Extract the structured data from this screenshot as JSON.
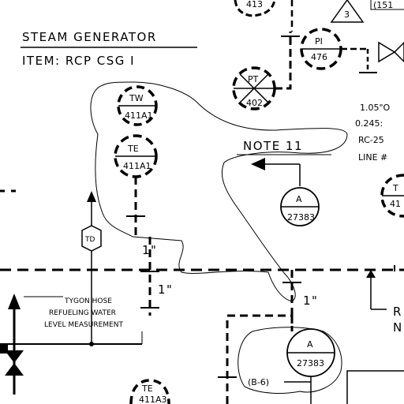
{
  "title": {
    "line1": "STEAM GENERATOR",
    "line2": "ITEM: RCP CSG I"
  },
  "instruments": {
    "tw": {
      "tag": "TW",
      "num": "411A1"
    },
    "te": {
      "tag": "TE",
      "num": "411A1"
    },
    "pi": {
      "tag": "PI",
      "num": "476"
    },
    "pt": {
      "tag": "PT",
      "num": "402"
    },
    "a_upper": {
      "tag": "A",
      "num": "27383"
    },
    "a_lower": {
      "tag": "A",
      "num": "27383"
    },
    "te_bottom": {
      "tag": "TE",
      "num": "411A3"
    },
    "top_left": {
      "num": "413"
    },
    "top_tri": {
      "num": "3"
    },
    "top_right": {
      "num": "(151"
    },
    "hex": {
      "tag": "TD"
    },
    "right_edge": {
      "tag": "T",
      "num": "41"
    }
  },
  "notes": {
    "note": "NOTE 11",
    "line_text": [
      "1.05\"O",
      "0.245:",
      "RC-25",
      "LINE #"
    ],
    "size1": "1\"",
    "size2": "1\"",
    "size3": "1\"",
    "ref": "(B-6)",
    "r_label": "R",
    "n_label": "N"
  },
  "tygon": {
    "line1": "TYGON HOSE",
    "line2": "REFUELING WATER",
    "line3": "LEVEL MEASUREMENT"
  }
}
